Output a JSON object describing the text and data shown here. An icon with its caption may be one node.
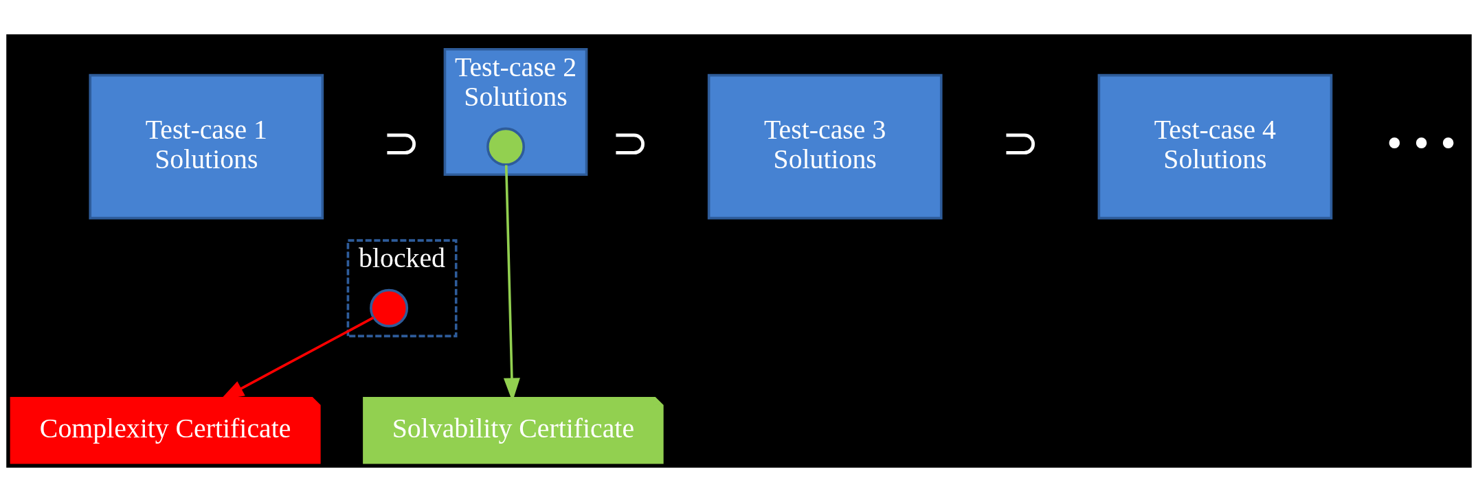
{
  "diagram": {
    "nodes": [
      {
        "text": [
          "Test-case 1",
          "Solutions"
        ]
      },
      {
        "text": [
          "Test-case 2",
          "Solutions"
        ]
      },
      {
        "text": [],
        "shape": "circle",
        "in": 1
      },
      {
        "text": [
          "blocked"
        ]
      },
      {
        "text": [],
        "shape": "circle",
        "in": 3
      },
      {
        "text": [
          "Test-case 3",
          "Solutions"
        ]
      },
      {
        "text": [
          "Test-case 4",
          "Solutions"
        ]
      },
      {
        "text": [
          "Complexity Certificate"
        ]
      },
      {
        "text": [
          "Solvability Certificate"
        ]
      }
    ],
    "edges": [
      {
        "from": 4,
        "to": 7,
        "arrow": "to",
        "color": "#ff0000"
      },
      {
        "from": 2,
        "to": 8,
        "arrow": "to",
        "color": "#92d050"
      }
    ],
    "labels": [
      "⊃",
      "⊃",
      "⊃",
      "• • •"
    ]
  }
}
